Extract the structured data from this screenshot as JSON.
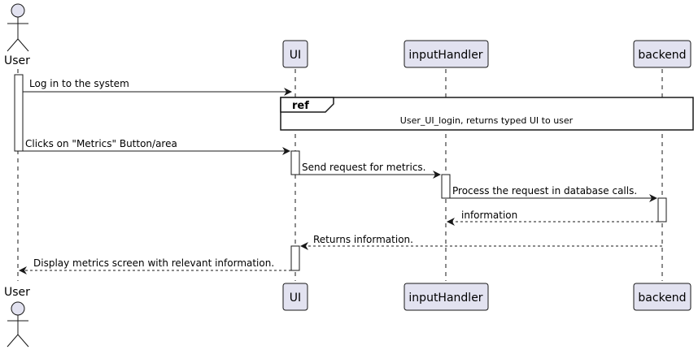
{
  "participants": {
    "user": "User",
    "ui": "UI",
    "input_handler": "inputHandler",
    "backend": "backend"
  },
  "ref": {
    "tag": "ref",
    "text": "User_UI_login, returns typed UI to user"
  },
  "messages": [
    "Log in to the system",
    "Clicks on \"Metrics\" Button/area",
    "Send request for metrics.",
    "Process the request in database calls.",
    "information",
    "Returns information.",
    "Display metrics screen with relevant information."
  ],
  "colors": {
    "participant_fill": "#e2e2f0",
    "participant_stroke": "#181818",
    "lifeline": "#181818",
    "ref_fill": "#ffffff"
  }
}
